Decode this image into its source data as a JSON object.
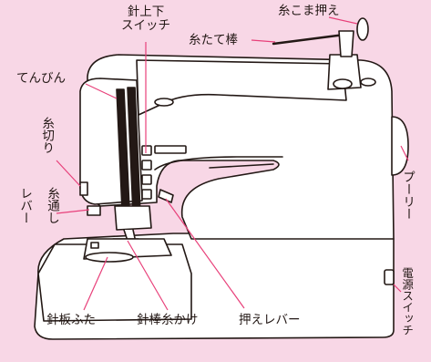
{
  "diagram": {
    "labels": {
      "thread_spool_holder": "糸こま押え",
      "spool_pin": "糸たて棒",
      "needle_switch_line1": "針上下",
      "needle_switch_line2": "スイッチ",
      "take_up_lever": "てんびん",
      "thread_cutter": "糸切り",
      "threader_lever_col1": "糸通し",
      "threader_lever_col2": "レバー",
      "pulley": "プーリー",
      "power_switch": "電源スイッチ",
      "needle_plate_cover": "針板ふた",
      "needle_bar_thread_guide": "針棒糸かけ",
      "presser_lever": "押えレバー"
    },
    "colors": {
      "background": "#f8d7e6",
      "line": "#231815",
      "machine_fill": "#ffffff",
      "leader": "#e8407a"
    }
  }
}
